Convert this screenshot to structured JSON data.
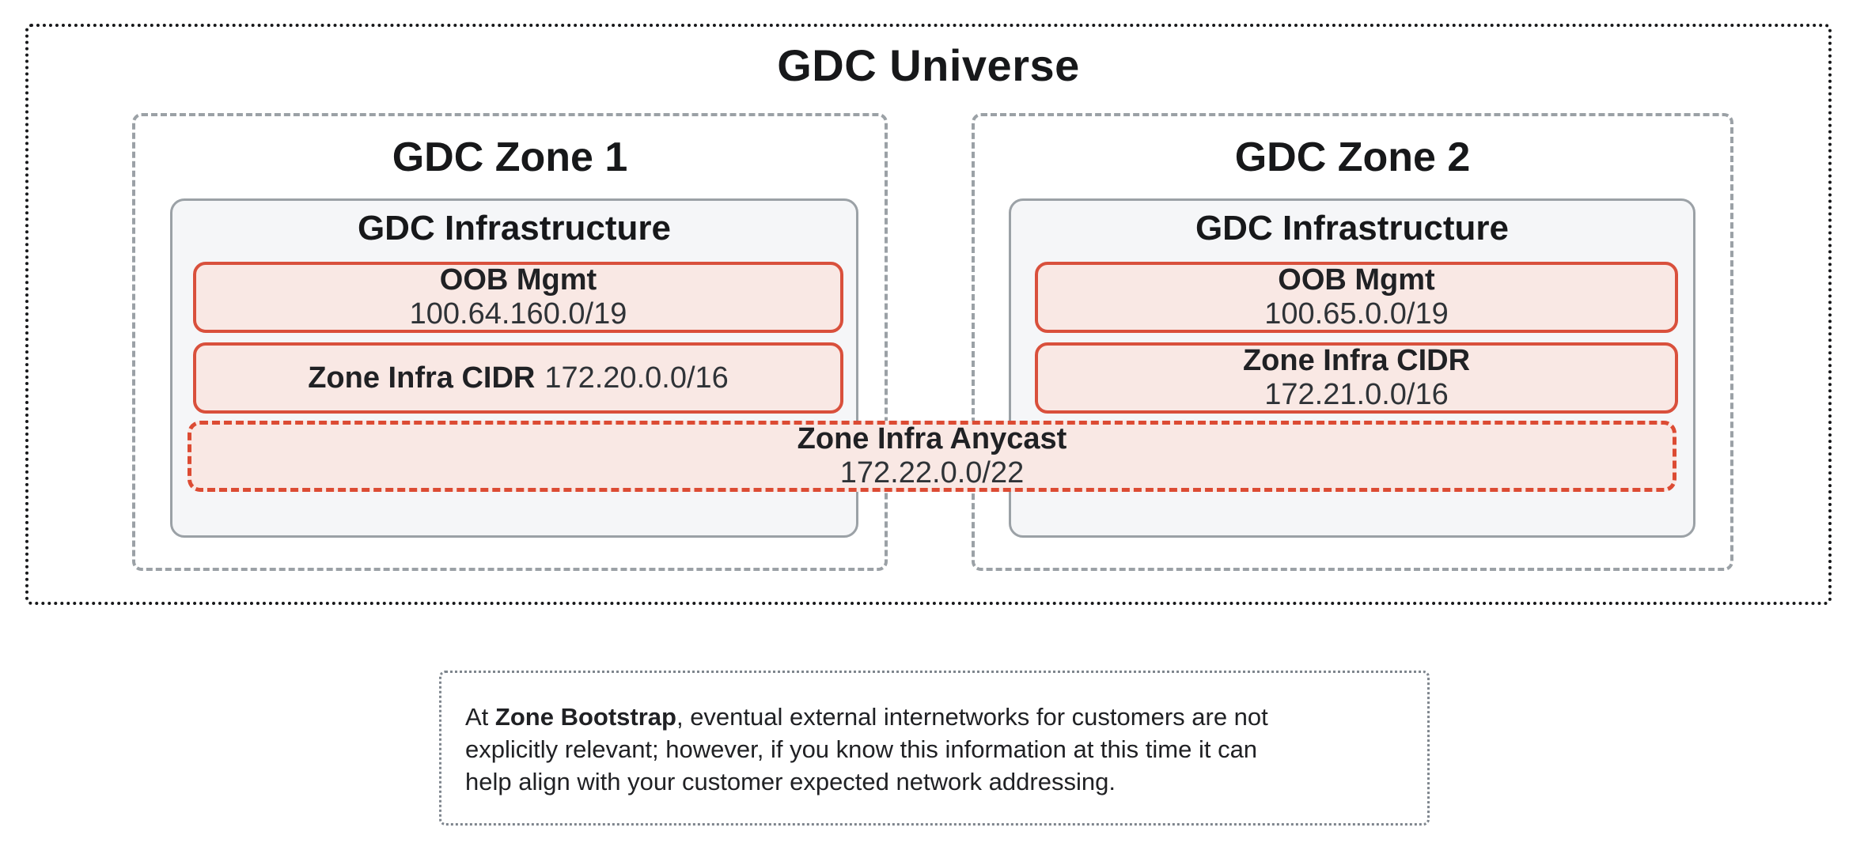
{
  "universe": {
    "title": "GDC Universe"
  },
  "zones": [
    {
      "title": "GDC Zone 1",
      "infrastructure": {
        "title": "GDC Infrastructure",
        "oob": {
          "label": "OOB Mgmt",
          "value": "100.64.160.0/19"
        },
        "cidr": {
          "label": "Zone Infra CIDR",
          "value": "172.20.0.0/16"
        }
      }
    },
    {
      "title": "GDC Zone 2",
      "infrastructure": {
        "title": "GDC Infrastructure",
        "oob": {
          "label": "OOB Mgmt",
          "value": "100.65.0.0/19"
        },
        "cidr": {
          "label": "Zone Infra CIDR",
          "value": "172.21.0.0/16"
        }
      }
    }
  ],
  "anycast": {
    "label": "Zone Infra Anycast",
    "value": "172.22.0.0/22"
  },
  "note": {
    "lines": [
      {
        "prefix": "At ",
        "bold": "Zone Bootstrap",
        "rest": ", eventual external internetworks for customers are not"
      },
      {
        "rest": "explicitly relevant; however, if you know this information at this time it can"
      },
      {
        "rest": "help align with your customer expected network addressing."
      }
    ]
  },
  "colors": {
    "red_border": "#D9503C",
    "red_dashed_border": "#DC4B33",
    "red_fill": "#F9E8E4",
    "gray_border": "#9BA1A6",
    "infra_fill": "#F5F6F8",
    "universe_border": "#17181A",
    "note_border": "#7E858D",
    "text_primary": "#202124",
    "text_value": "#2F3337"
  }
}
